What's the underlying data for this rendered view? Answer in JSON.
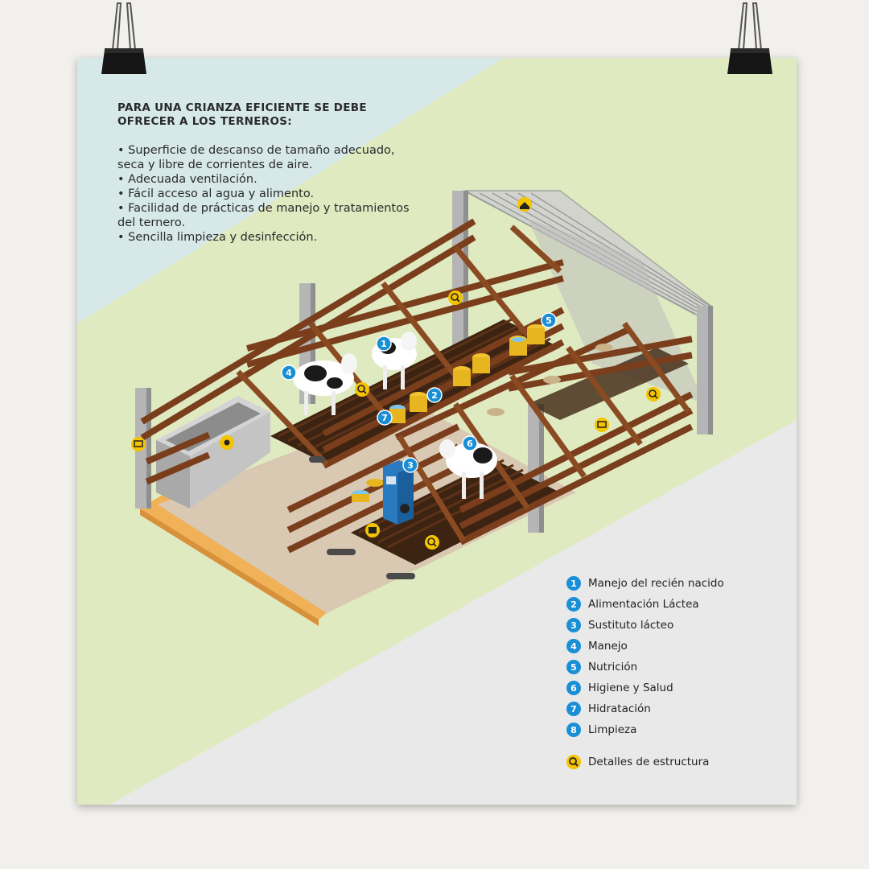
{
  "intro": {
    "title": "PARA UNA CRIANZA EFICIENTE SE DEBE OFRECER A LOS TERNEROS:",
    "bullets": [
      "• Superficie de descanso de tamaño adecuado, seca y libre de corrientes de aire.",
      "• Adecuada ventilación.",
      "• Fácil acceso al agua y alimento.",
      "• Facilidad de prácticas de manejo y tratamientos del ternero.",
      "• Sencilla limpieza y desinfección."
    ]
  },
  "diagram_badges": [
    "1",
    "2",
    "3",
    "4",
    "5",
    "6",
    "7"
  ],
  "legend": {
    "items": [
      {
        "num": "1",
        "label": "Manejo del recién nacido"
      },
      {
        "num": "2",
        "label": "Alimentación Láctea"
      },
      {
        "num": "3",
        "label": "Sustituto lácteo"
      },
      {
        "num": "4",
        "label": "Manejo"
      },
      {
        "num": "5",
        "label": "Nutrición"
      },
      {
        "num": "6",
        "label": "Higiene y Salud"
      },
      {
        "num": "7",
        "label": "Hidratación"
      },
      {
        "num": "8",
        "label": "Limpieza"
      }
    ],
    "detail_label": "Detalles de estructura"
  },
  "colors": {
    "badge_blue": "#1a8fd6",
    "icon_yellow": "#f5c400",
    "wood": "#7a3e1c",
    "grass": "#dfe9bf",
    "sky": "#d6e9e8"
  },
  "icons": [
    "magnifier-icon",
    "house-icon",
    "gate-icon",
    "hand-icon",
    "tablet-icon"
  ]
}
